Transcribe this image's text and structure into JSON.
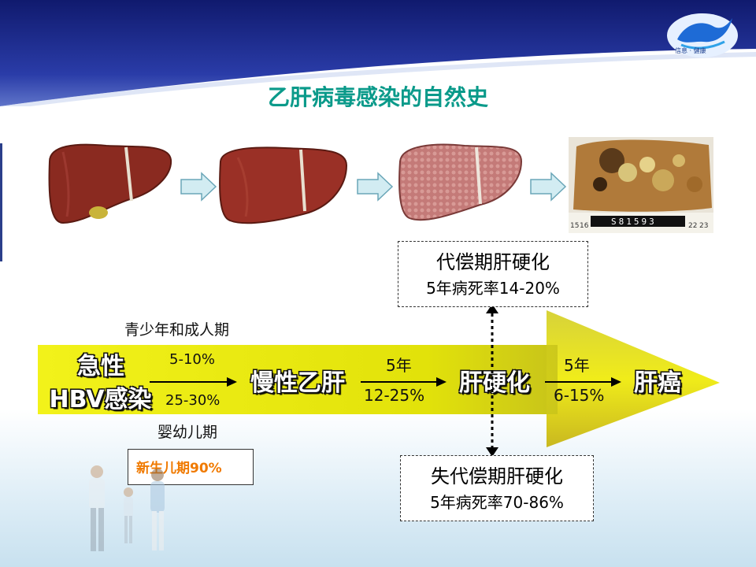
{
  "title": "乙肝病毒感染的自然史",
  "colors": {
    "title": "#0a9a8a",
    "band": "#1e2e8c",
    "arrow": "#e8e80a",
    "accent_orange": "#f07a00"
  },
  "liver_images": [
    "normal-liver",
    "chronic-hepatitis-liver",
    "cirrhotic-liver",
    "liver-cancer-specimen"
  ],
  "specimen_label": "S81593",
  "ruler_numbers": [
    "15",
    "16",
    "22",
    "23"
  ],
  "stages": {
    "acute": {
      "line1": "急性",
      "line2": "HBV感染"
    },
    "chronic": "慢性乙肝",
    "cirrhosis": "肝硬化",
    "hcc": "肝癌"
  },
  "transitions": {
    "adult_period": "青少年和成人期",
    "adult_rate": "5-10%",
    "infant_rate": "25-30%",
    "infant_period": "婴幼儿期",
    "newborn_note": "新生儿期90%",
    "chronic_to_cirrhosis_years": "5年",
    "chronic_to_cirrhosis_rate": "12-25%",
    "cirrhosis_to_hcc_years": "5年",
    "cirrhosis_to_hcc_rate": "6-15%"
  },
  "boxes": {
    "compensated": {
      "title": "代偿期肝硬化",
      "mortality": "5年病死率14-20%"
    },
    "decompensated": {
      "title": "失代偿期肝硬化",
      "mortality": "5年病死率70-86%"
    }
  }
}
